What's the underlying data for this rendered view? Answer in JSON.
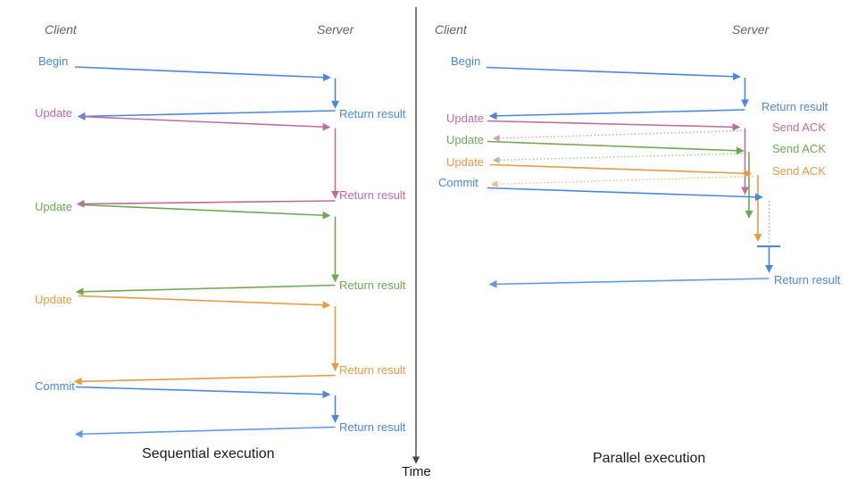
{
  "palette": {
    "blue": "#4a86e8",
    "pink": "#c06c9e",
    "green": "#6fa853",
    "orange": "#ea9a41",
    "axis": "#444746",
    "ink": "#1a1a1a",
    "ink2": "#5f6368"
  },
  "time_axis": {
    "label": "Time"
  },
  "sequential": {
    "title": "Sequential execution",
    "client": "Client",
    "server": "Server",
    "begin": {
      "label": "Begin",
      "result": "Return result"
    },
    "update1": {
      "label": "Update",
      "result": "Return result"
    },
    "update2": {
      "label": "Update",
      "result": "Return result"
    },
    "update3": {
      "label": "Update",
      "result": "Return result"
    },
    "commit": {
      "label": "Commit",
      "result": "Return result"
    }
  },
  "parallel": {
    "title": "Parallel execution",
    "client": "Client",
    "server": "Server",
    "begin": {
      "label": "Begin",
      "result": "Return result"
    },
    "update1": {
      "label": "Update",
      "ack": "Send ACK"
    },
    "update2": {
      "label": "Update",
      "ack": "Send ACK"
    },
    "update3": {
      "label": "Update",
      "ack": "Send ACK"
    },
    "commit": {
      "label": "Commit",
      "result": "Return result"
    }
  }
}
